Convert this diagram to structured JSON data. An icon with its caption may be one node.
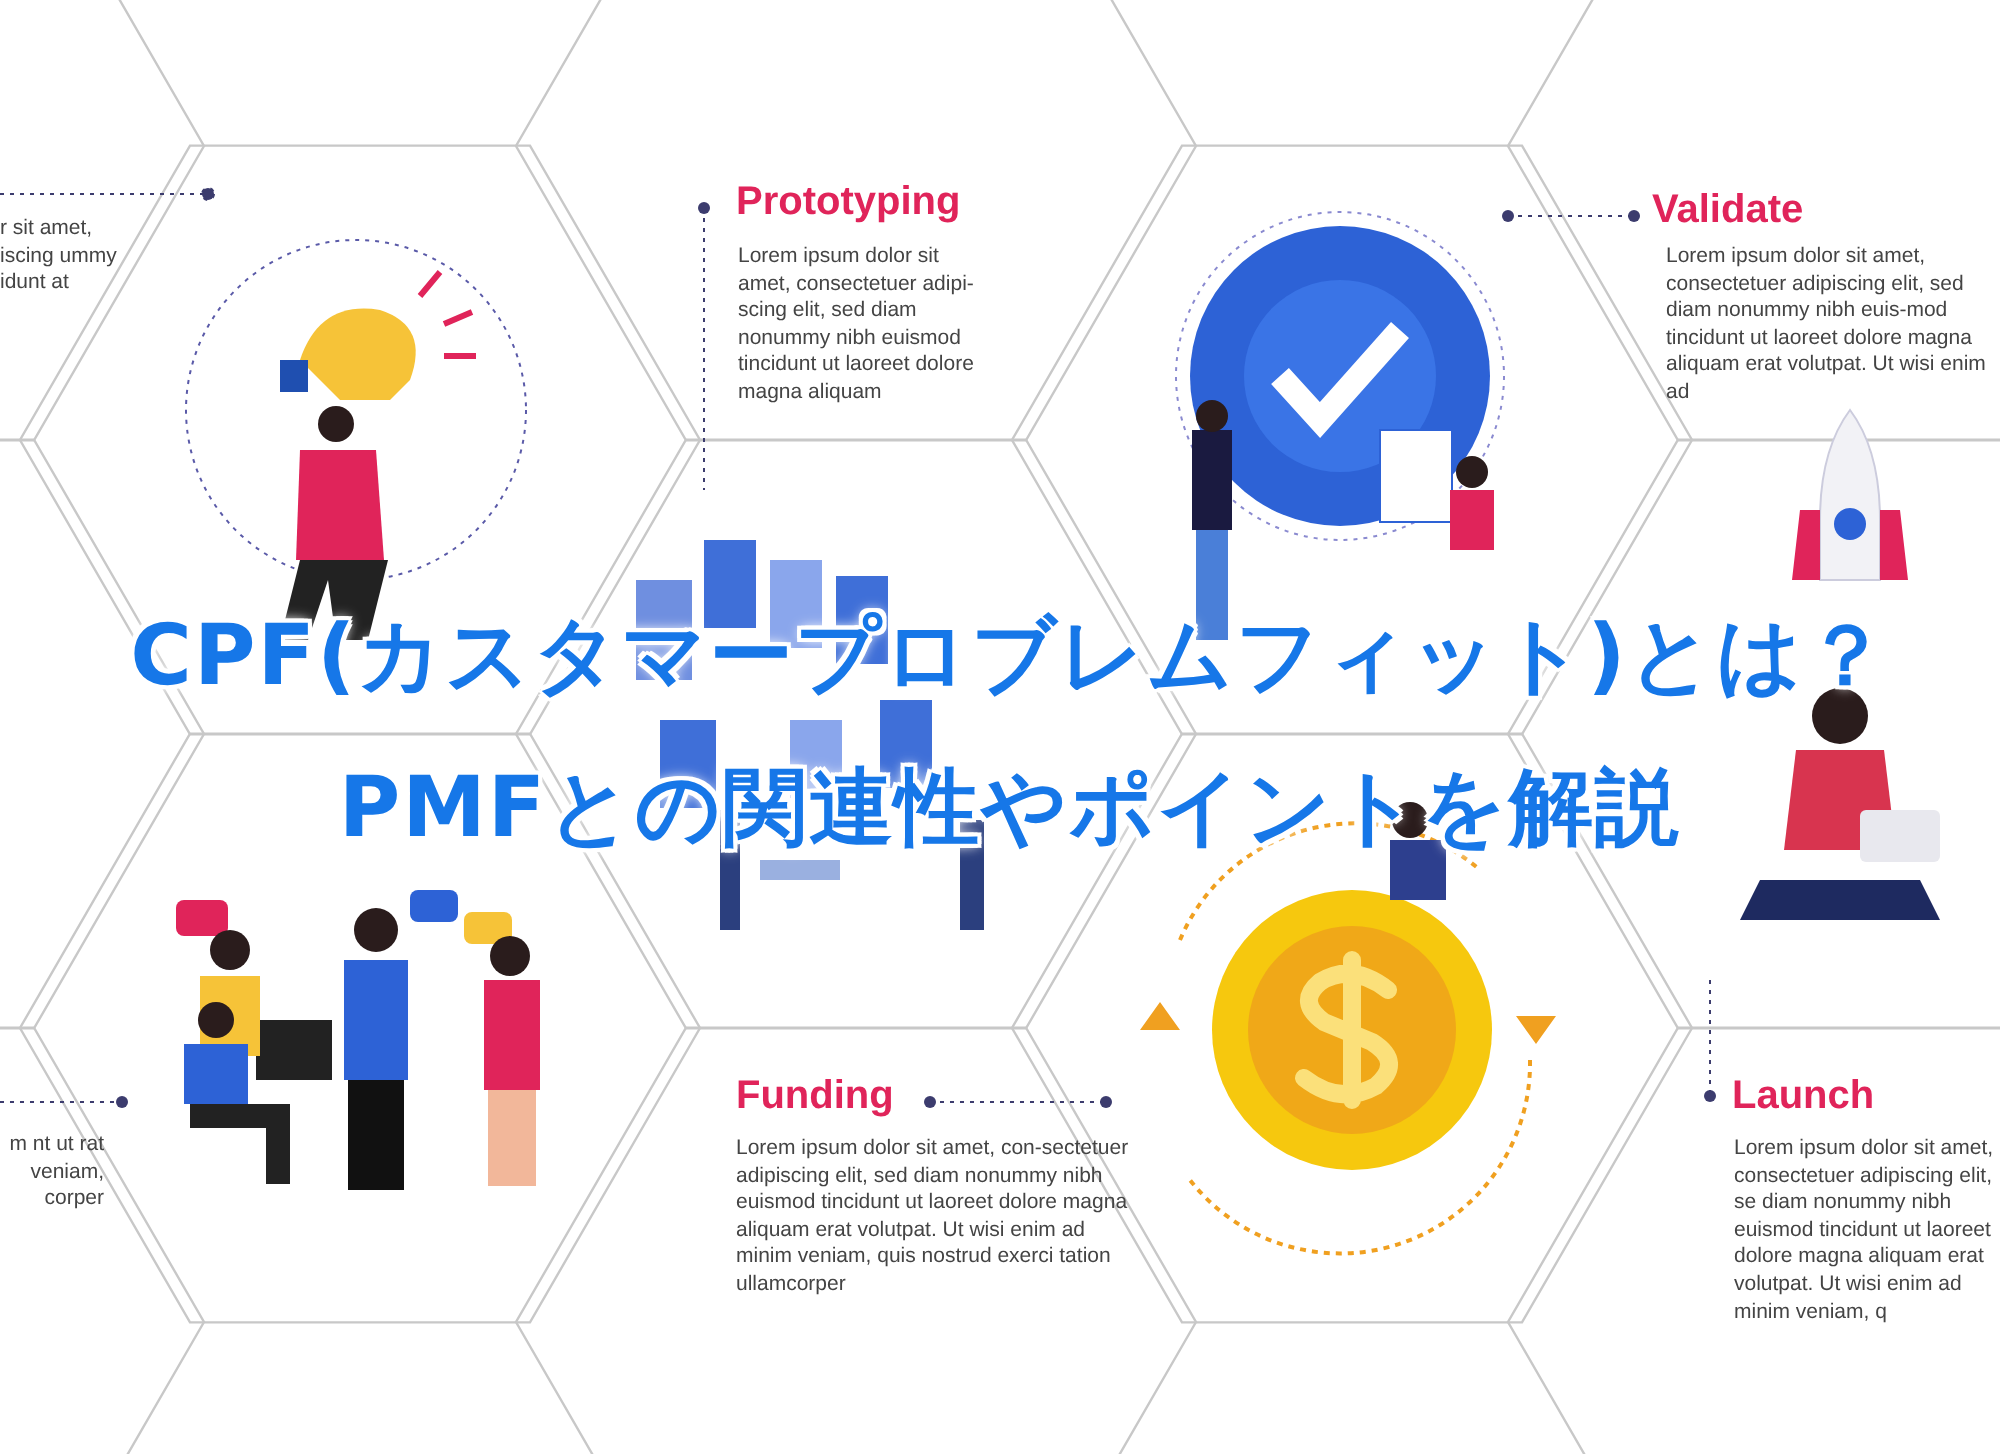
{
  "diagram": {
    "title": "CPF(カスタマープロブレムフィット)とは？PMFとの関連性やポイントを解説",
    "labels": [
      "r sit amet, iscing ummy idunt at",
      "Prototyping",
      "Lorem ipsum dolor sit amet, consectetuer adipi-scing elit, sed diam nonummy nibh euismod tincidunt ut laoreet dolore magna aliquam",
      "Validate",
      "Lorem ipsum dolor sit amet, consectetuer adipiscing elit, sed diam nonummy nibh euis-mod tincidunt ut laoreet dolore magna aliquam erat volutpat. Ut wisi enim ad",
      "m nt ut rat veniam, corper",
      "Funding",
      "Lorem ipsum dolor sit amet, con-sectetuer adipiscing elit, sed diam nonummy nibh euismod tincidunt ut laoreet dolore magna aliquam erat volutpat. Ut wisi enim ad minim veniam, quis nostrud exerci tation ullamcorper",
      "Launch",
      "Lorem ipsum dolor sit amet, consectetuer adipiscing elit, se diam nonummy nibh euismod tincidunt ut laoreet dolore magna aliquam erat volutpat. Ut wisi enim ad minim veniam, q"
    ]
  }
}
